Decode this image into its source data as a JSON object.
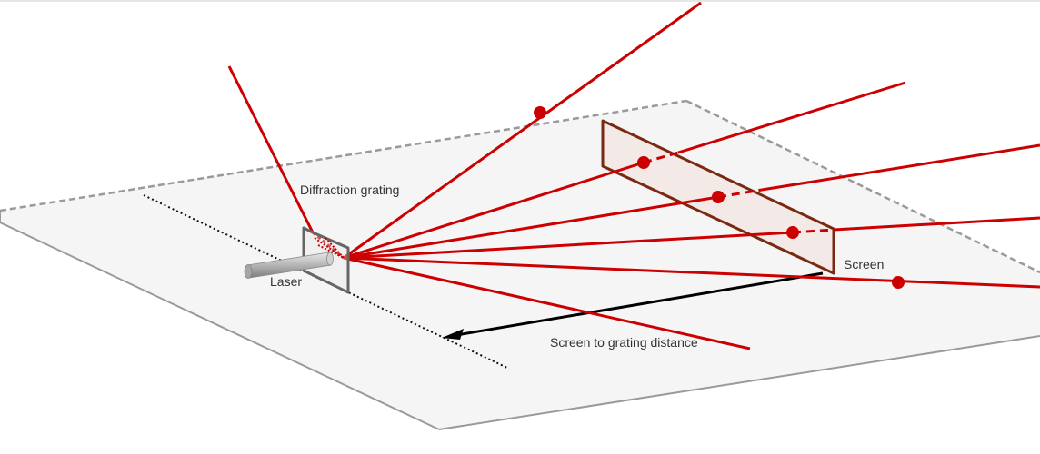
{
  "labels": {
    "grating": "Diffraction grating",
    "laser": "Laser",
    "screen": "Screen",
    "distance": "Screen to grating distance"
  },
  "colors": {
    "beam": "#cc0000",
    "screen_edge": "#7a2a10",
    "screen_fill": "#f3e6e2",
    "plane_fill": "#f5f5f5",
    "plane_edge": "#9a9a9a",
    "grating_frame": "#666666",
    "arrow": "#000000"
  },
  "icons": {
    "laser": "cylinder-laser-icon",
    "grating": "grating-frame-icon",
    "screen": "screen-panel-icon"
  }
}
